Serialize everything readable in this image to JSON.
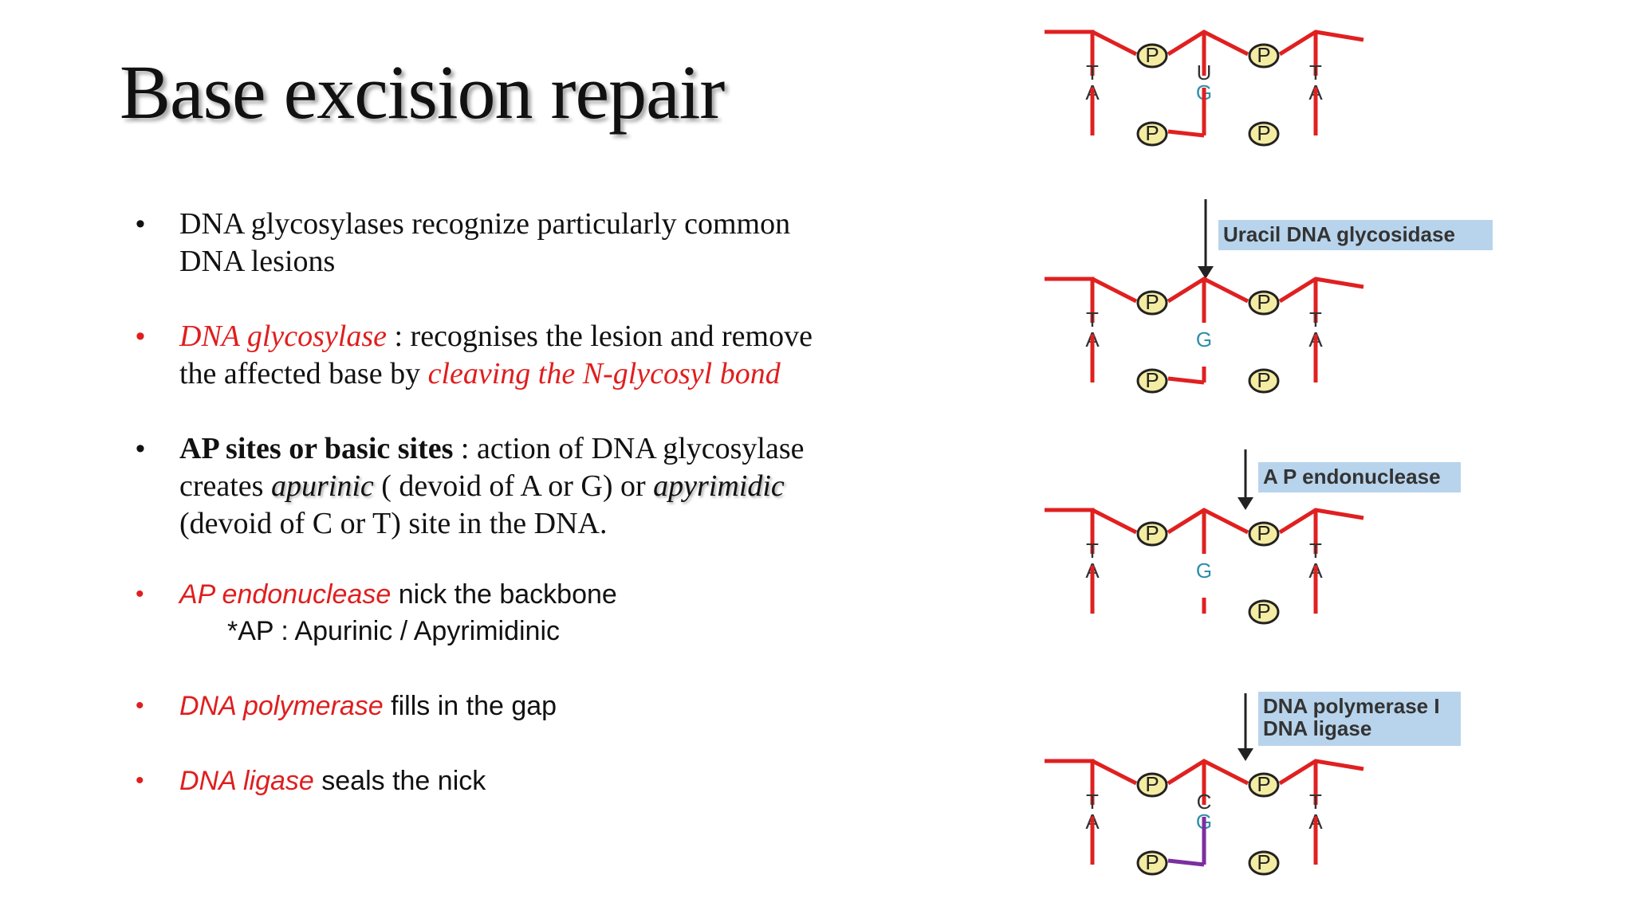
{
  "slide": {
    "title": "Base excision repair"
  },
  "bullets": [
    {
      "text_a": "DNA glycosylases recognize particularly common DNA lesions"
    },
    {
      "term": "DNA glycosylase",
      "text_a": " : recognises the lesion and remove the affected base by ",
      "emphasis": "cleaving the N-glycosyl bond"
    },
    {
      "term": "AP sites  or basic sites",
      "text_a": " : action of DNA glycosylase creates ",
      "term2": "apurinic",
      "text_b": " ( devoid of A or G) or ",
      "term3": "apyrimidic",
      "text_c": " (devoid of C or T) site in the DNA."
    },
    {
      "term": "AP endonuclease",
      "text_a": " nick the backbone",
      "note": "*AP : Apurinic / Apyrimidinic"
    },
    {
      "term": "DNA polymerase",
      "text_a": " fills in the gap"
    },
    {
      "term": "DNA ligase",
      "text_a": " seals the nick"
    }
  ],
  "diagram": {
    "phosphate_label": "P",
    "top_strand_bases": [
      "A",
      "G",
      "A"
    ],
    "enzymes": [
      "Uracil DNA glycosidase",
      "A P endonuclease",
      "DNA polymerase I",
      "DNA ligase"
    ],
    "stages": [
      {
        "bottom_bases": [
          "T",
          "U",
          "T"
        ]
      },
      {
        "bottom_bases": [
          "T",
          "",
          "T"
        ]
      },
      {
        "bottom_bases": [
          "T",
          "",
          "T"
        ]
      },
      {
        "bottom_bases": [
          "T",
          "C",
          "T"
        ]
      }
    ],
    "colors": {
      "backbone": "#e02020",
      "repaired_segment": "#7b2fa0",
      "phosphate_fill": "#f3eca2",
      "base_A": "#333333",
      "base_G": "#2f8fa8",
      "enzyme_box": "#b8d4ec"
    }
  }
}
